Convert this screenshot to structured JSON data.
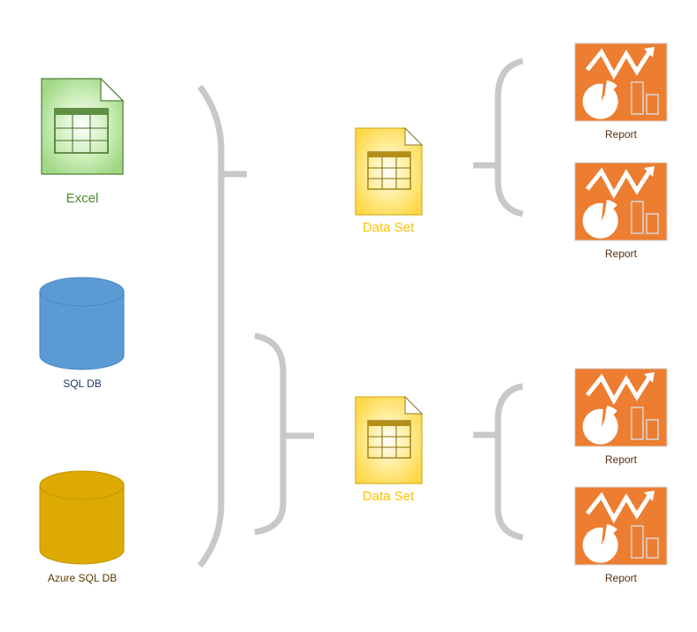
{
  "sources": [
    {
      "label": "Excel",
      "icon": "excel-file-icon",
      "color": "#4e8a2e"
    },
    {
      "label": "SQL DB",
      "icon": "database-icon",
      "color": "#1f3864",
      "fill": "#5b9bd5"
    },
    {
      "label": "Azure SQL DB",
      "icon": "database-icon",
      "color": "#5a3b00",
      "fill": "#dcaa00"
    }
  ],
  "datasets": [
    {
      "label": "Data Set",
      "color": "#ffc000"
    },
    {
      "label": "Data Set",
      "color": "#ffc000"
    }
  ],
  "reports": [
    {
      "label": "Report"
    },
    {
      "label": "Report"
    },
    {
      "label": "Report"
    },
    {
      "label": "Report"
    }
  ],
  "colors": {
    "report_fill": "#ed7d31",
    "brace": "#c8c8c8",
    "report_label": "#5a2d0c"
  }
}
